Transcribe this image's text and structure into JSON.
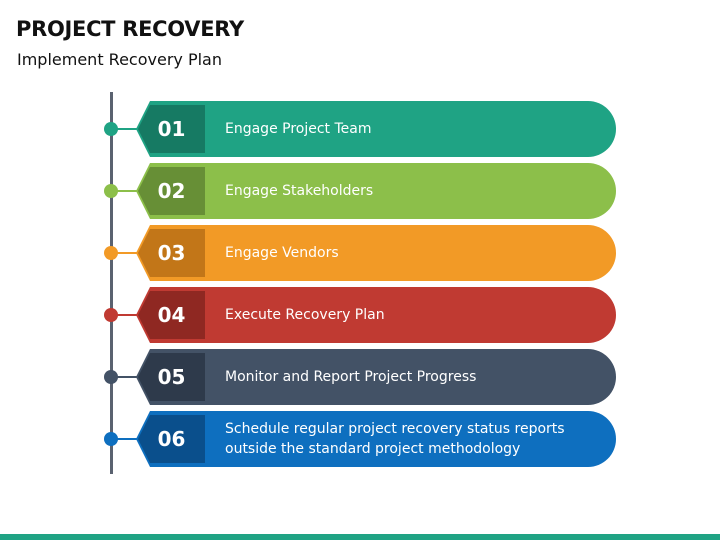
{
  "title": "PROJECT RECOVERY",
  "subtitle": "Implement Recovery Plan",
  "colors": {
    "timeline": "#5a6270",
    "bottom_bar": "#1fa384"
  },
  "steps": [
    {
      "number": "01",
      "label": "Engage Project Team",
      "color": "#1fa384",
      "dark": "#167a63"
    },
    {
      "number": "02",
      "label": "Engage Stakeholders",
      "color": "#8cbf4a",
      "dark": "#678f36"
    },
    {
      "number": "03",
      "label": "Engage Vendors",
      "color": "#f29a26",
      "dark": "#c27618"
    },
    {
      "number": "04",
      "label": "Execute Recovery Plan",
      "color": "#c03a32",
      "dark": "#8f2822"
    },
    {
      "number": "05",
      "label": "Monitor and Report Project Progress",
      "color": "#435266",
      "dark": "#2e3a4b"
    },
    {
      "number": "06",
      "label": "Schedule regular project recovery status reports\noutside the standard project methodology",
      "color": "#0e6fbf",
      "dark": "#0a4f8c"
    }
  ]
}
